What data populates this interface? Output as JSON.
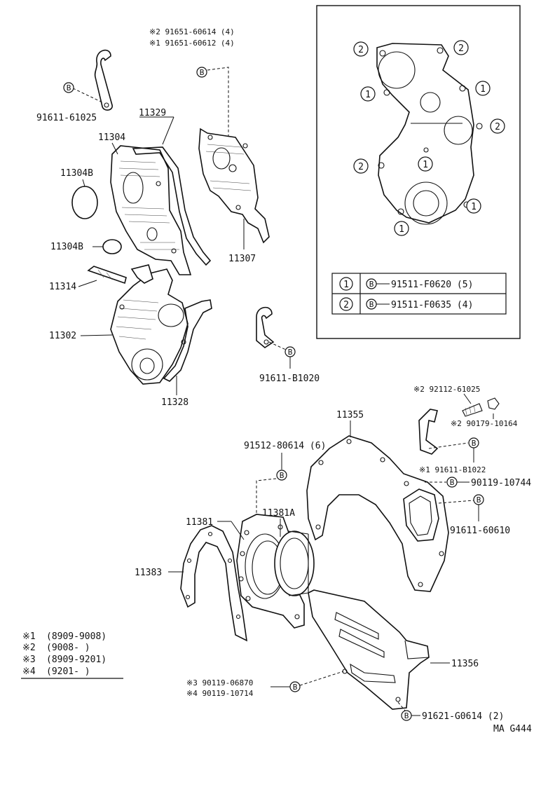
{
  "diagram_code": "MA G444",
  "symbols": {
    "b": "B",
    "c1": "1",
    "c2": "2"
  },
  "labels": {
    "l91651_2": "※2 91651-60614 (4)",
    "l91651_1": "※1 91651-60612 (4)",
    "l91611_61025": "91611-61025",
    "l11329": "11329",
    "l11304": "11304",
    "l11304B_a": "11304B",
    "l11304B_b": "11304B",
    "l11314": "11314",
    "l11302": "11302",
    "l11328": "11328",
    "l11307": "11307",
    "l91611_B1020": "91611-B1020",
    "l92112": "※2 92112-61025",
    "l90179": "※2 90179-10164",
    "l91611_B1022": "※1  91611-B1022",
    "l90119_10744": "90119-10744",
    "l91611_60610": "91611-60610",
    "l11355": "11355",
    "l91512": "91512-80614 (6)",
    "l11381": "11381",
    "l11381A": "11381A",
    "l11383": "11383",
    "l11356": "11356",
    "l90119_06870": "※3 90119-06870",
    "l90119_10714": "※4 90119-10714",
    "l91621": "91621-G0614 (2)"
  },
  "legend_table": [
    {
      "circle": "1",
      "part": "91511-F0620 (5)"
    },
    {
      "circle": "2",
      "part": "91511-F0635 (4)"
    }
  ],
  "date_notes": [
    {
      "mark": "※1",
      "range": "(8909-9008)"
    },
    {
      "mark": "※2",
      "range": "(9008-      )"
    },
    {
      "mark": "※3",
      "range": "(8909-9201)"
    },
    {
      "mark": "※4",
      "range": "(9201-      )"
    }
  ]
}
